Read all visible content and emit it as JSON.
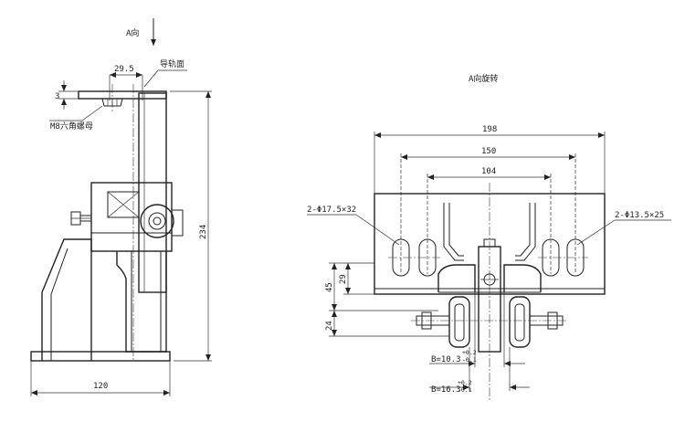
{
  "views": {
    "side_view": {
      "arrow_label": "A向",
      "dim_top": "29.5",
      "rail_face_label": "导轨面",
      "dim_small": "3",
      "nut_label": "M8六角螺母",
      "dim_height": "234",
      "dim_width": "120"
    },
    "rotated_view": {
      "title": "A向旋转",
      "dim_198": "198",
      "dim_150": "150",
      "dim_104": "104",
      "hole_left_label": "2-Φ17.5×32",
      "hole_right_label": "2-Φ13.5×25",
      "dim_29": "29",
      "dim_45": "45",
      "dim_24": "24",
      "b1_label": "B=10.3",
      "b1_tol_upper": "+0.2",
      "b1_tol_lower": "-0.1",
      "b2_label": "B=16.3",
      "b2_tol_upper": "+0.2",
      "b2_tol_lower": "-0.1"
    }
  }
}
